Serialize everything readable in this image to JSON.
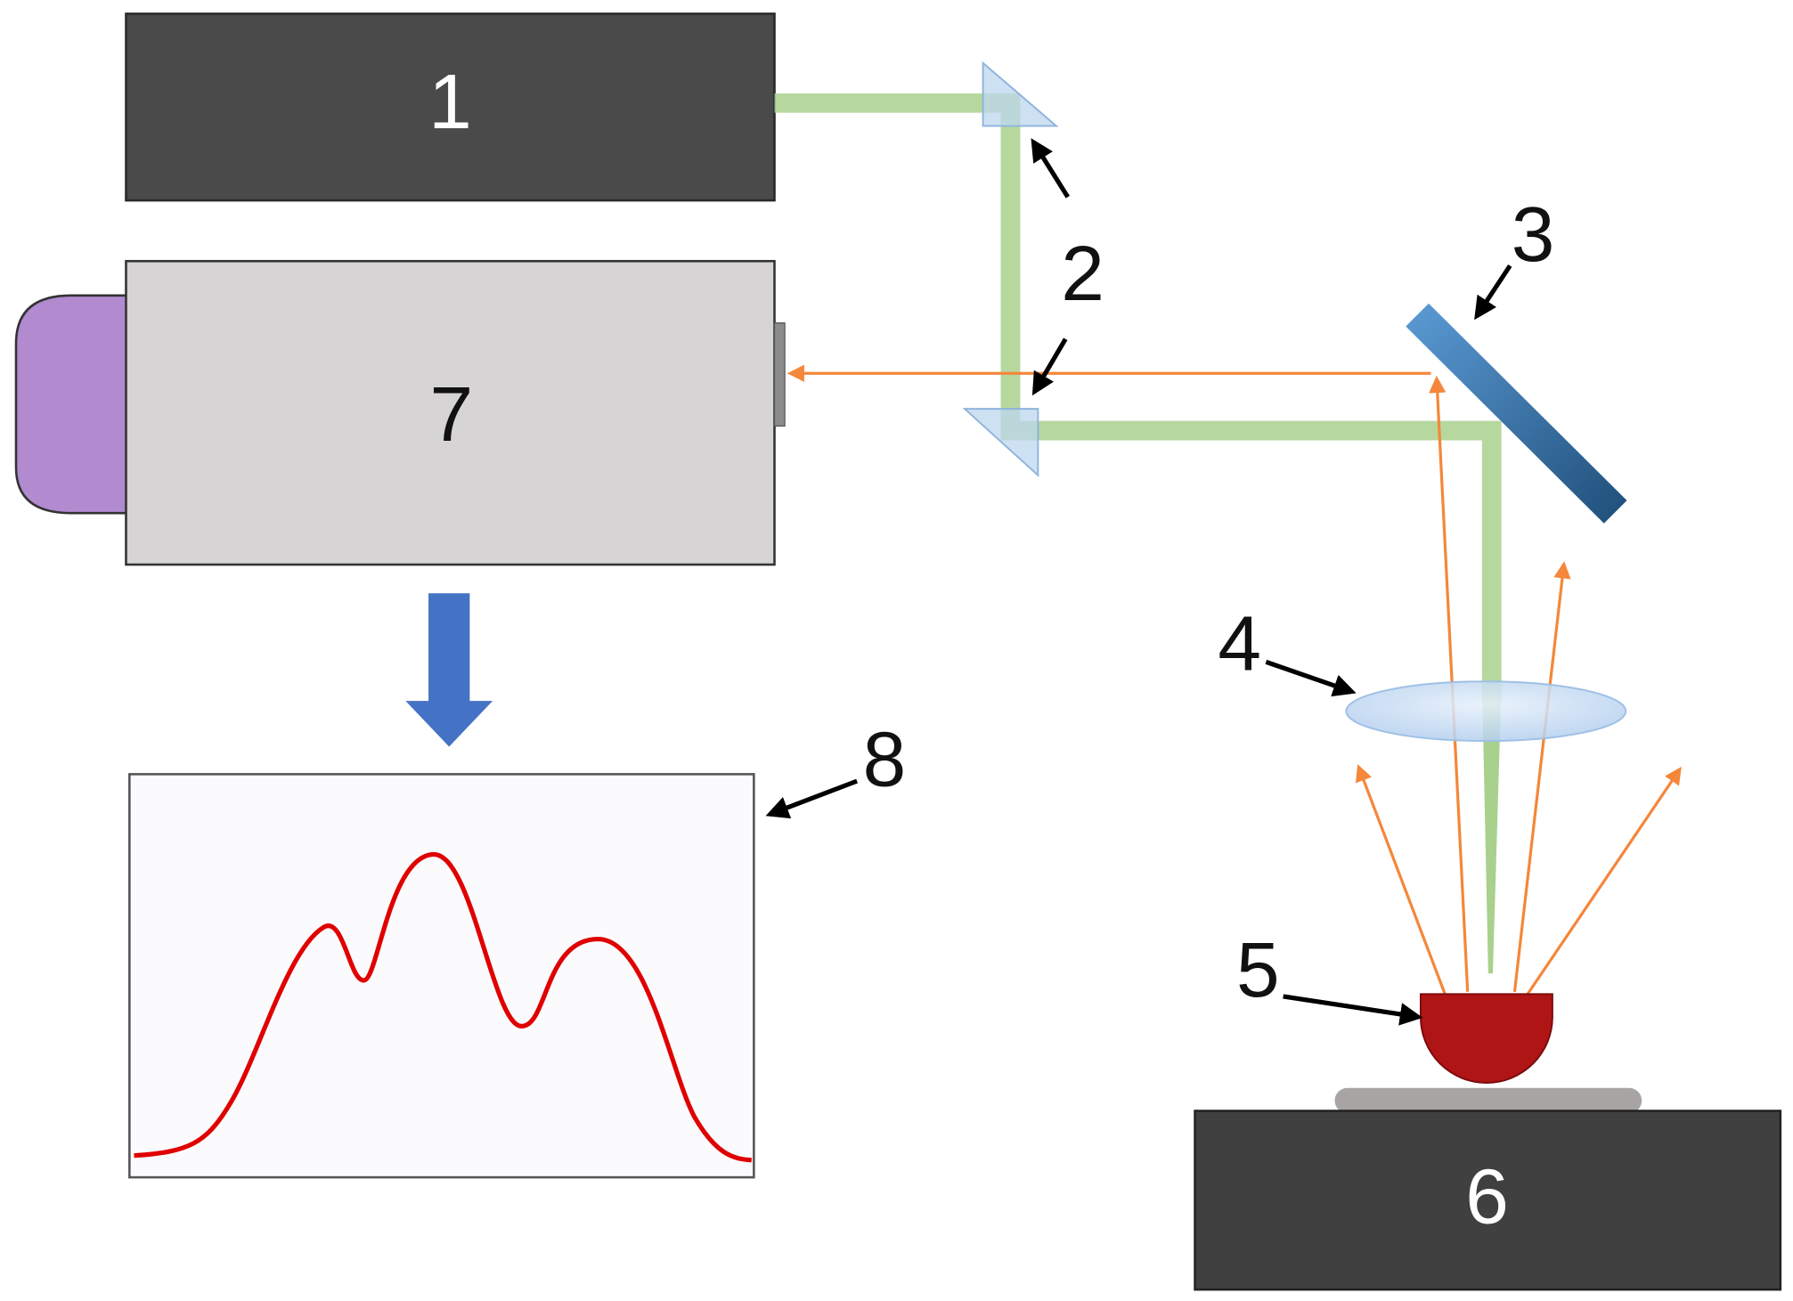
{
  "labels": {
    "laser": "1",
    "mirrors": "2",
    "dichroic": "3",
    "lens": "4",
    "sample": "5",
    "stage": "6",
    "spectrometer": "7",
    "spectrum": "8"
  },
  "colors": {
    "laser_box": "#4a4a4a",
    "stage_box": "#404040",
    "spectrometer_box": "#d6d4d4",
    "spectrometer_cap": "#b18ad0",
    "green_beam": "#a9d18e",
    "orange_ray": "#f4873a",
    "mirror_fill": "#bdd7ee",
    "dichroic": "#2e75b6",
    "lens": "#c6dcf2",
    "sample": "#b01515",
    "substrate": "#a8a4a4",
    "spectrum_line": "#e00000",
    "big_arrow": "#4472c4",
    "pointer_arrows": "#000000"
  },
  "icons": {
    "laser": "laser-box",
    "spectrometer": "spectrometer-box",
    "mirror": "prism-mirror",
    "dichroic": "dichroic-mirror",
    "lens": "focusing-lens",
    "sample": "sample-hemisphere",
    "stage": "sample-stage",
    "spectrum": "spectrum-plot",
    "output_arrow": "down-arrow"
  }
}
